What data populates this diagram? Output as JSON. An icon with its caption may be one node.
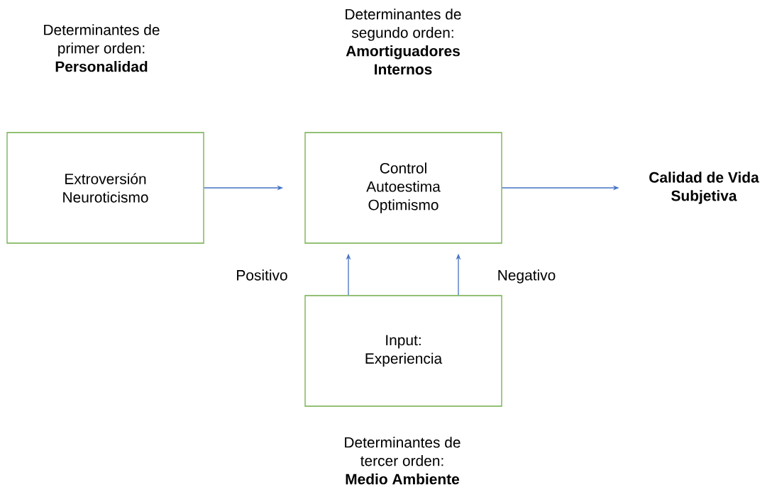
{
  "diagram": {
    "nodes": [
      {
        "text": [
          "Determinantes de primer orden: **Personalidad**",
          "Extroversión Neuroticismo"
        ]
      },
      {
        "text": [
          "Determinantes de segundo orden: **Amortiguadores Internos**",
          "Control Autoestima Optimismo"
        ]
      },
      {
        "text": [
          "Calidad de Vida Subjetiva"
        ]
      },
      {
        "text": [
          "Input: Experiencia",
          "Determinantes de tercer orden: **Medio Ambiente**"
        ]
      }
    ],
    "edges": [
      {
        "from": 0,
        "to": 1,
        "arrow": "to"
      },
      {
        "from": 1,
        "to": 2,
        "arrow": "to"
      },
      {
        "from": 3,
        "to": 1,
        "arrow": "to",
        "label": "Positivo"
      },
      {
        "from": 3,
        "to": 1,
        "arrow": "to",
        "label": "Negativo"
      }
    ]
  }
}
